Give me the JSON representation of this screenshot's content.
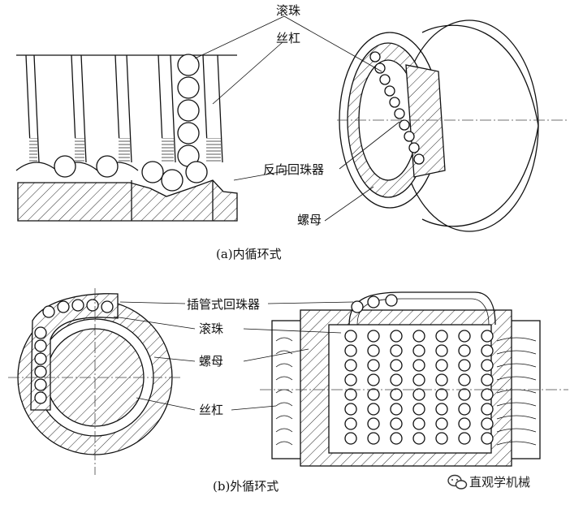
{
  "labels": {
    "ball_a": "滚珠",
    "screw_a": "丝杠",
    "deflector_a": "反向回珠器",
    "nut_a": "螺母",
    "tube_return_b": "插管式回珠器",
    "ball_b": "滚珠",
    "nut_b": "螺母",
    "screw_b": "丝杠"
  },
  "captions": {
    "a": "(a)内循环式",
    "b": "(b)外循环式"
  },
  "watermark": {
    "text": "直观学机械",
    "icon": "wechat-icon"
  }
}
